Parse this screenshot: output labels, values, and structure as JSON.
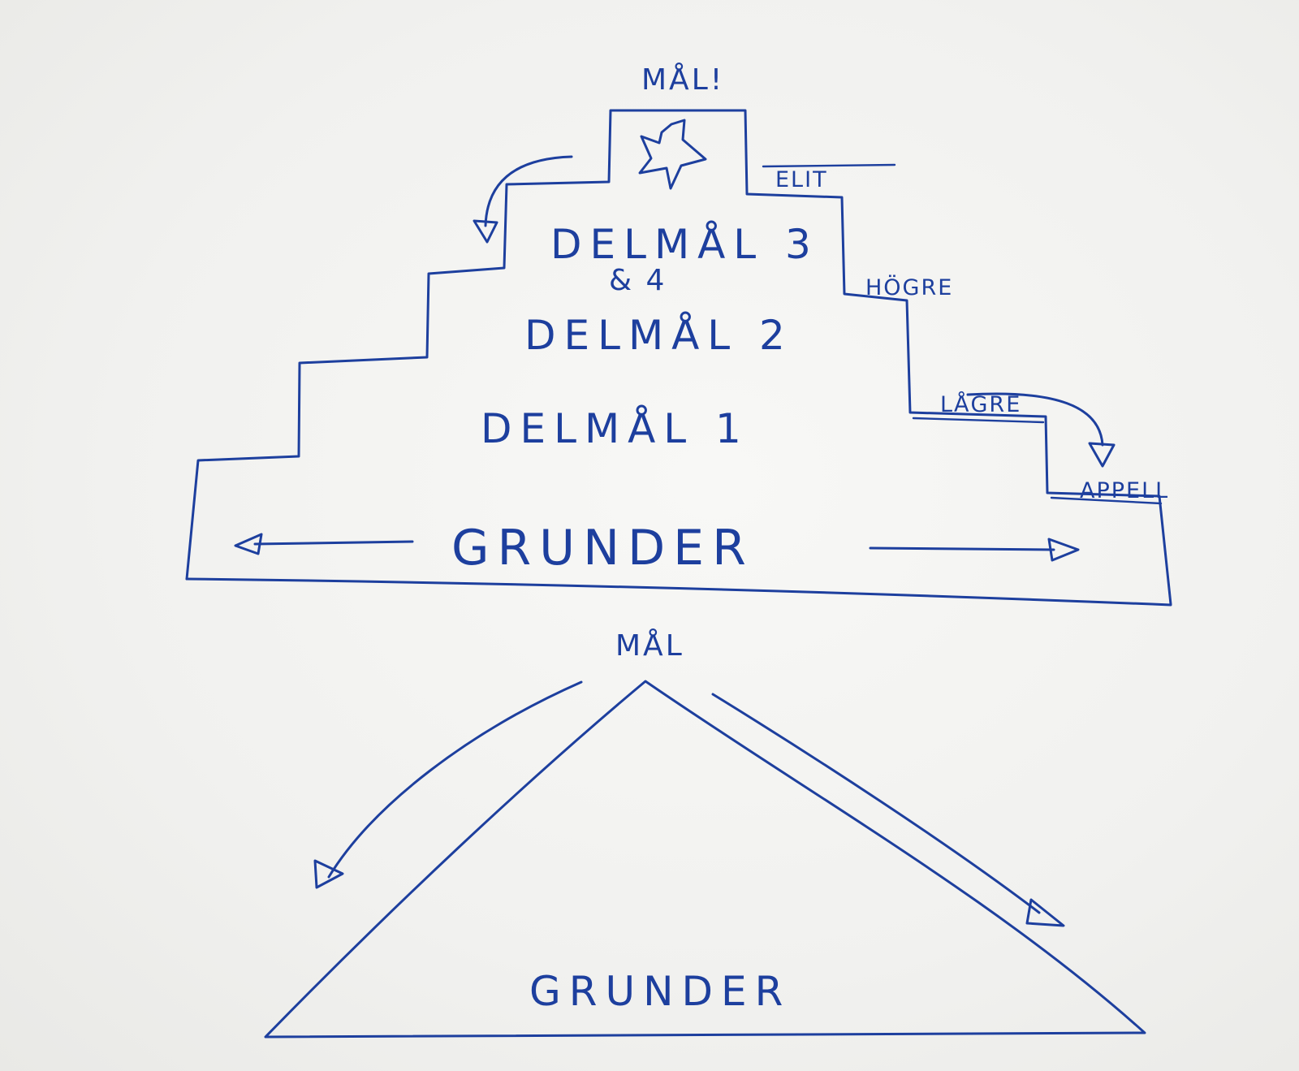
{
  "colors": {
    "ink": "#1d3f9e",
    "paper": "#f3f3f1"
  },
  "staircase": {
    "top_label": "MÅL!",
    "star_icon": "star-icon",
    "step_labels": {
      "goal3": "DELMÅL 3",
      "goal3_suffix": "& 4",
      "goal2": "DELMÅL 2",
      "goal1": "DELMÅL 1",
      "base": "GRUNDER"
    },
    "level_labels": {
      "elite": "ELIT",
      "higher": "HÖGRE",
      "lower": "LÅGRE",
      "appeal": "APPELL"
    }
  },
  "triangle": {
    "top_label": "MÅL",
    "base_label": "GRUNDER"
  }
}
